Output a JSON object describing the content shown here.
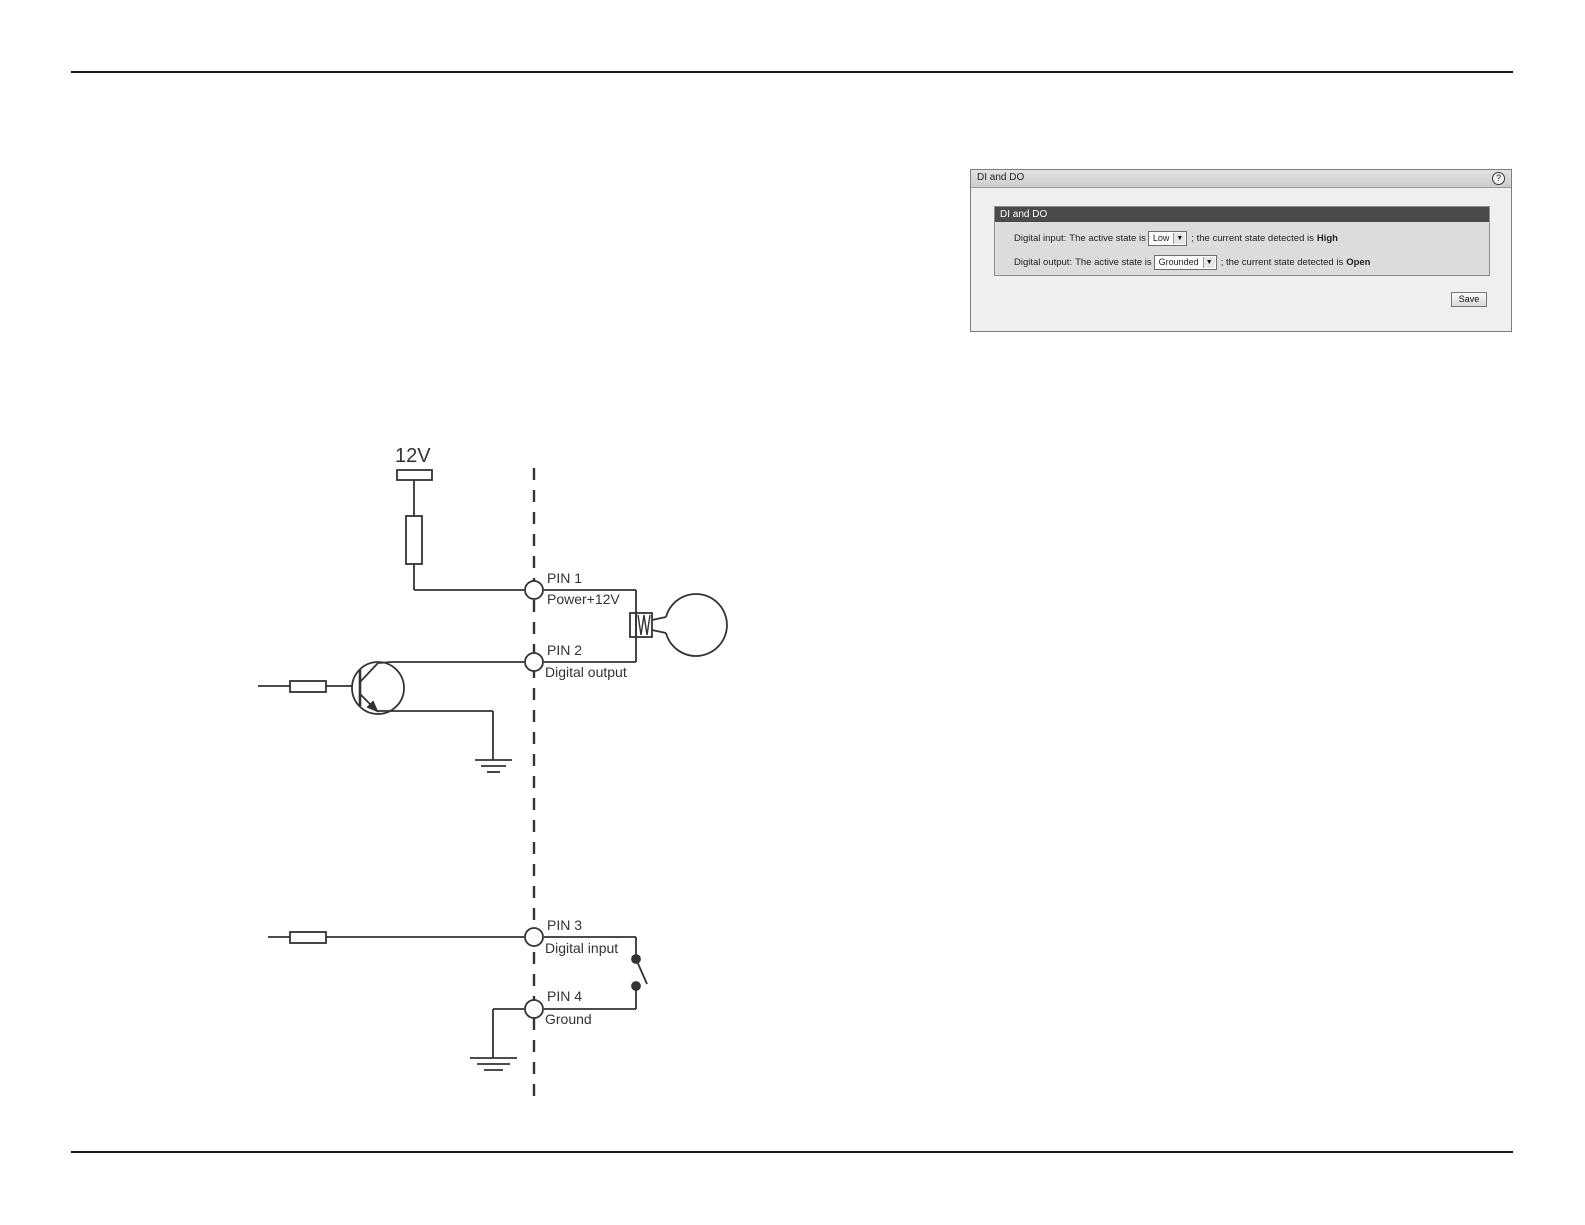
{
  "panel": {
    "title": "DI and DO",
    "help_icon": "?",
    "section_title": "DI and DO",
    "digital_input": {
      "label": "Digital input:",
      "text_before": "The active state is",
      "selected": "Low",
      "text_after": "; the current state detected is",
      "state": "High"
    },
    "digital_output": {
      "label": "Digital output:",
      "text_before": "The active state is",
      "selected": "Grounded",
      "text_after": "; the current state detected is",
      "state": "Open"
    },
    "save_label": "Save"
  },
  "diagram": {
    "voltage_label": "12V",
    "pins": [
      {
        "name": "PIN 1",
        "desc": "Power+12V"
      },
      {
        "name": "PIN 2",
        "desc": "Digital output"
      },
      {
        "name": "PIN 3",
        "desc": "Digital input"
      },
      {
        "name": "PIN 4",
        "desc": "Ground"
      }
    ]
  },
  "icons": {
    "dropdown_arrow": "▼"
  }
}
